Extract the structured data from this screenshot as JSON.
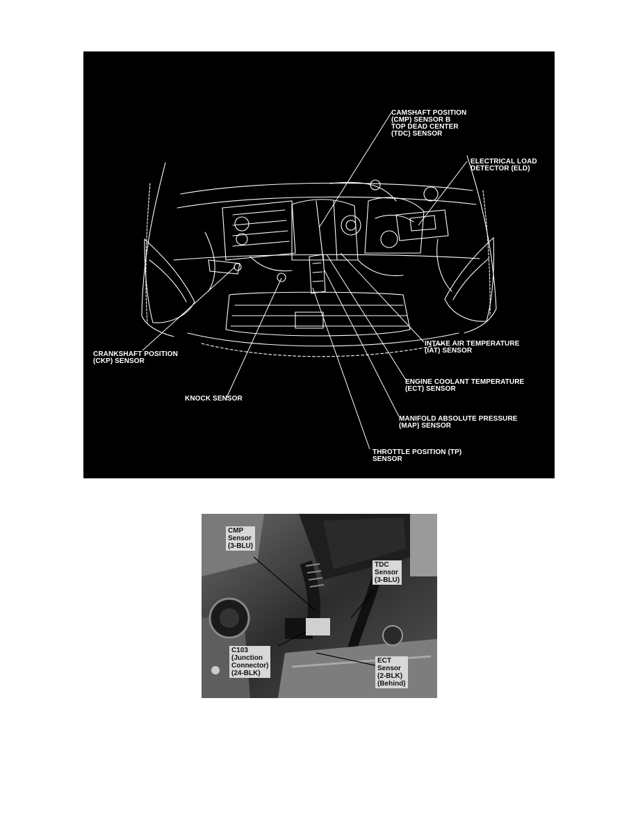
{
  "engine_diagram": {
    "callouts": [
      {
        "id": "cmp-tdc",
        "lines": [
          "CAMSHAFT POSITION",
          "(CMP) SENSOR B",
          "TOP DEAD CENTER",
          "(TDC) SENSOR"
        ]
      },
      {
        "id": "eld",
        "lines": [
          "ELECTRICAL LOAD",
          "DETECTOR (ELD)"
        ]
      },
      {
        "id": "ckp",
        "lines": [
          "CRANKSHAFT POSITION",
          "(CKP) SENSOR"
        ]
      },
      {
        "id": "knock",
        "lines": [
          "KNOCK SENSOR"
        ]
      },
      {
        "id": "iat",
        "lines": [
          "INTAKE AIR TEMPERATURE",
          "(IAT) SENSOR"
        ]
      },
      {
        "id": "ect",
        "lines": [
          "ENGINE COOLANT TEMPERATURE",
          "(ECT) SENSOR"
        ]
      },
      {
        "id": "map",
        "lines": [
          "MANIFOLD ABSOLUTE PRESSURE",
          "(MAP) SENSOR"
        ]
      },
      {
        "id": "tp",
        "lines": [
          "THROTTLE POSITION (TP)",
          "SENSOR"
        ]
      }
    ]
  },
  "photo": {
    "callouts": [
      {
        "id": "cmp",
        "lines": [
          "CMP",
          "Sensor",
          "(3-BLU)"
        ]
      },
      {
        "id": "tdc",
        "lines": [
          "TDC",
          "Sensor",
          "(3-BLU)"
        ]
      },
      {
        "id": "c103",
        "lines": [
          "C103",
          "(Junction",
          "Connector)",
          "(24-BLK)"
        ]
      },
      {
        "id": "ect",
        "lines": [
          "ECT",
          "Sensor",
          "(2-BLK)",
          "(Behind)"
        ]
      }
    ]
  }
}
